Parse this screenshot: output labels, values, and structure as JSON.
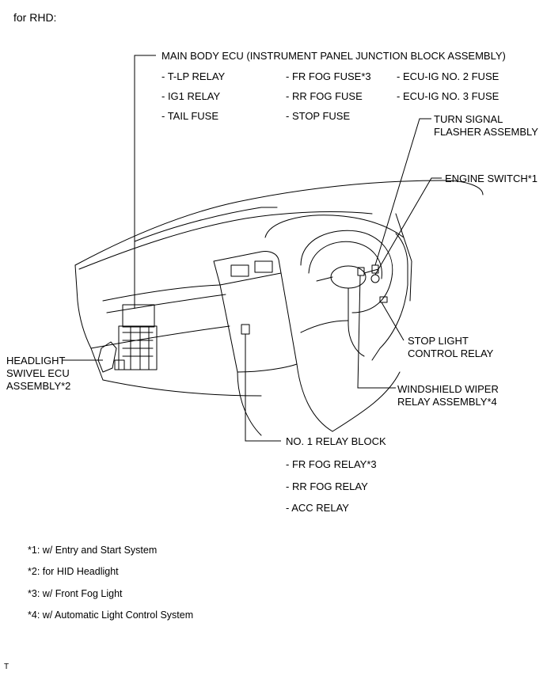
{
  "header": "for RHD:",
  "main_body_ecu": {
    "title": "MAIN BODY ECU (INSTRUMENT PANEL JUNCTION BLOCK ASSEMBLY)",
    "items": [
      "- T-LP RELAY",
      "- FR FOG FUSE*3",
      "- ECU-IG NO. 2 FUSE",
      "- IG1 RELAY",
      "- RR FOG FUSE",
      "- ECU-IG NO. 3 FUSE",
      "- TAIL FUSE",
      "- STOP FUSE"
    ]
  },
  "turn_signal": [
    "TURN SIGNAL",
    "FLASHER ASSEMBLY"
  ],
  "engine_switch": "ENGINE SWITCH*1",
  "stop_light": [
    "STOP LIGHT",
    "CONTROL RELAY"
  ],
  "headlight_ecu": [
    "HEADLIGHT",
    "SWIVEL ECU",
    "ASSEMBLY*2"
  ],
  "wiper_relay": [
    "WINDSHIELD WIPER",
    "RELAY ASSEMBLY*4"
  ],
  "relay_block": {
    "title": "NO. 1 RELAY BLOCK",
    "items": [
      "- FR FOG RELAY*3",
      "- RR FOG RELAY",
      "- ACC RELAY"
    ]
  },
  "footnotes": [
    "*1: w/ Entry and Start System",
    "*2: for HID Headlight",
    "*3: w/ Front Fog Light",
    "*4: w/ Automatic Light Control System"
  ],
  "corner_mark": "T"
}
